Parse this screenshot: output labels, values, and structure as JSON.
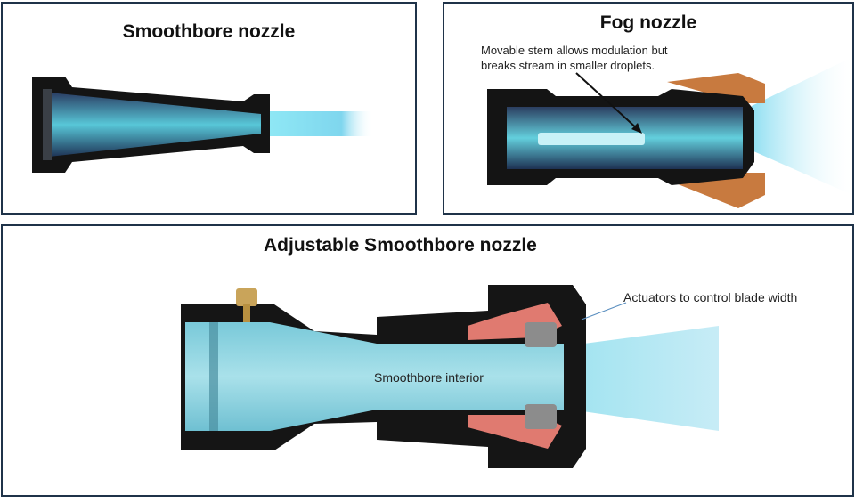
{
  "panels": {
    "smoothbore": {
      "title": "Smoothbore nozzle"
    },
    "fog": {
      "title": "Fog nozzle",
      "annotation_line1": "Movable stem allows modulation but",
      "annotation_line2": "breaks stream in smaller droplets."
    },
    "adjustable": {
      "title": "Adjustable Smoothbore nozzle",
      "actuator_label": "Actuators to control blade width",
      "interior_label": "Smoothbore interior"
    }
  },
  "colors": {
    "border": "#1f3349",
    "nozzle_body": "#141414",
    "water": "#5fd3e6",
    "fog_shell": "#c87a3f",
    "blade": "#e07a70"
  }
}
